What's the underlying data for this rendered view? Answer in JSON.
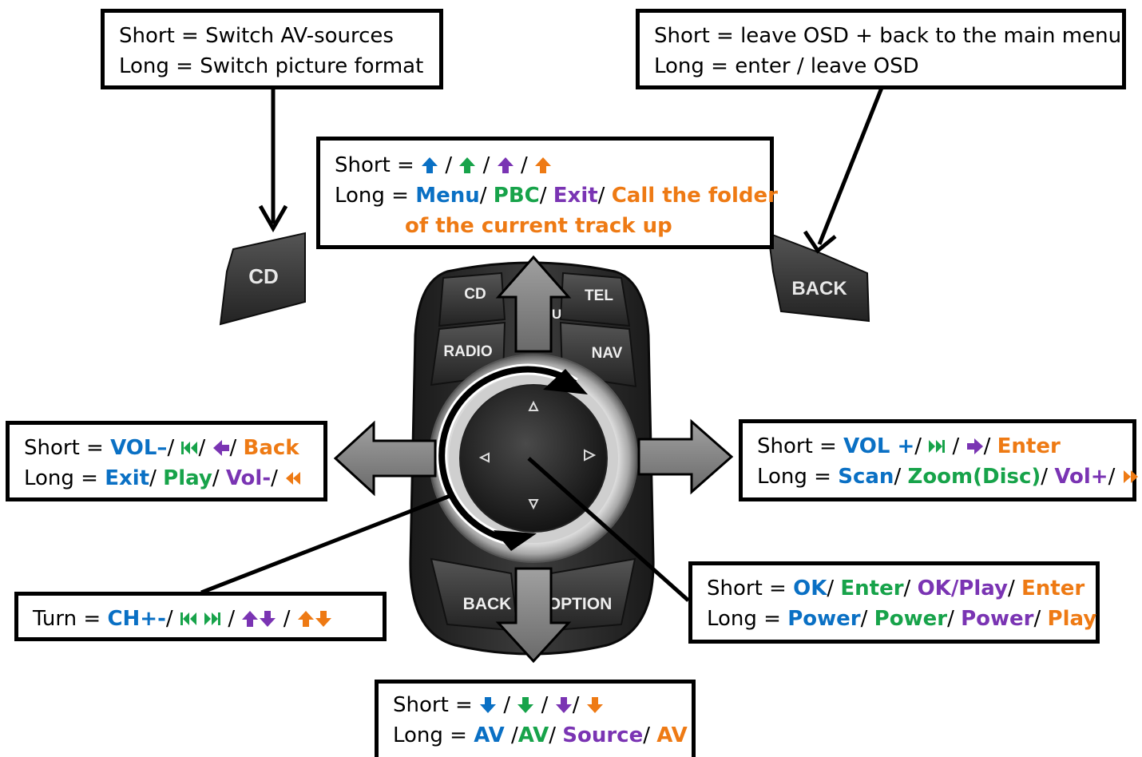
{
  "colors": {
    "blue": "#0a70c4",
    "green": "#17a34a",
    "purple": "#7a34b3",
    "orange": "#ee7a14"
  },
  "device": {
    "buttons": {
      "cd": "CD",
      "tel": "TEL",
      "radio": "RADIO",
      "nav": "NAV",
      "back": "BACK",
      "option": "OPTION",
      "u": "U"
    },
    "standalone_cd": "CD",
    "standalone_back": "BACK"
  },
  "boxes": {
    "cd": {
      "short": "Short = Switch AV-sources",
      "long": "Long = Switch picture format"
    },
    "back": {
      "short": "Short = leave OSD + back to the main menu",
      "long": "Long = enter / leave OSD"
    },
    "up": {
      "short_prefix": "Short = ",
      "long_prefix": "Long = ",
      "long_blue": "Menu",
      "long_green": "PBC",
      "long_purple": "Exit",
      "long_orange": "Call the folder",
      "long_orange2": "of the current track up"
    },
    "left": {
      "short_prefix": "Short = ",
      "short_blue": "VOL–",
      "short_orange": "Back",
      "long_prefix": "Long = ",
      "long_blue": "Exit",
      "long_green": "Play",
      "long_purple": "Vol-"
    },
    "right": {
      "short_prefix": "Short = ",
      "short_blue": "VOL +",
      "short_orange": "Enter",
      "long_prefix": "Long = ",
      "long_blue": "Scan",
      "long_green": "Zoom(Disc)",
      "long_purple": "Vol+"
    },
    "turn": {
      "prefix": "Turn = ",
      "blue": "CH+-"
    },
    "center": {
      "short_prefix": "Short = ",
      "short_blue": "OK",
      "short_green": "Enter",
      "short_purple": "OK/Play",
      "short_orange": "Enter",
      "long_prefix": "Long = ",
      "long_blue": "Power",
      "long_green": "Power",
      "long_purple": "Power",
      "long_orange": "Play"
    },
    "down": {
      "short_prefix": "Short = ",
      "long_prefix": "Long = ",
      "long_blue": "AV",
      "long_green": "AV",
      "long_purple": "Source",
      "long_orange": "AV"
    }
  }
}
